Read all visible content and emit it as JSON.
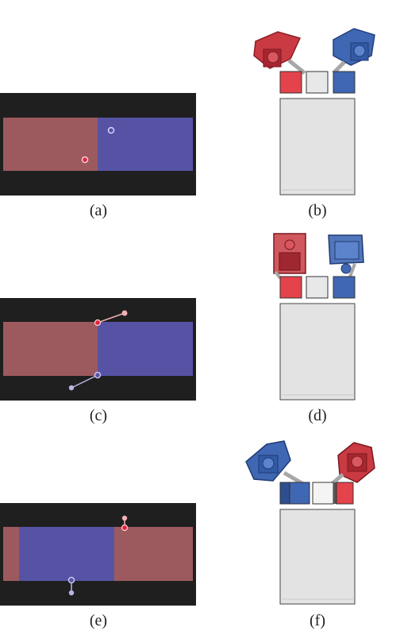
{
  "captions": {
    "a": "(a)",
    "b": "(b)",
    "c": "(c)",
    "d": "(d)",
    "e": "(e)",
    "f": "(f)"
  },
  "colors": {
    "background_dark": "#1f1f1f",
    "region_red": "#9c5a5e",
    "region_blue": "#5653a5",
    "marker_red": "#e0243a",
    "marker_blue": "#8a86d8",
    "marker_red_light": "#f2b1b4",
    "marker_blue_light": "#b9b6e6",
    "robot_red": "#c93a42",
    "robot_blue": "#3f67b3",
    "table_gray": "#e3e3e3"
  },
  "icons": {
    "robot_arm": "robot-arm-icon",
    "gripper": "gripper-icon"
  }
}
